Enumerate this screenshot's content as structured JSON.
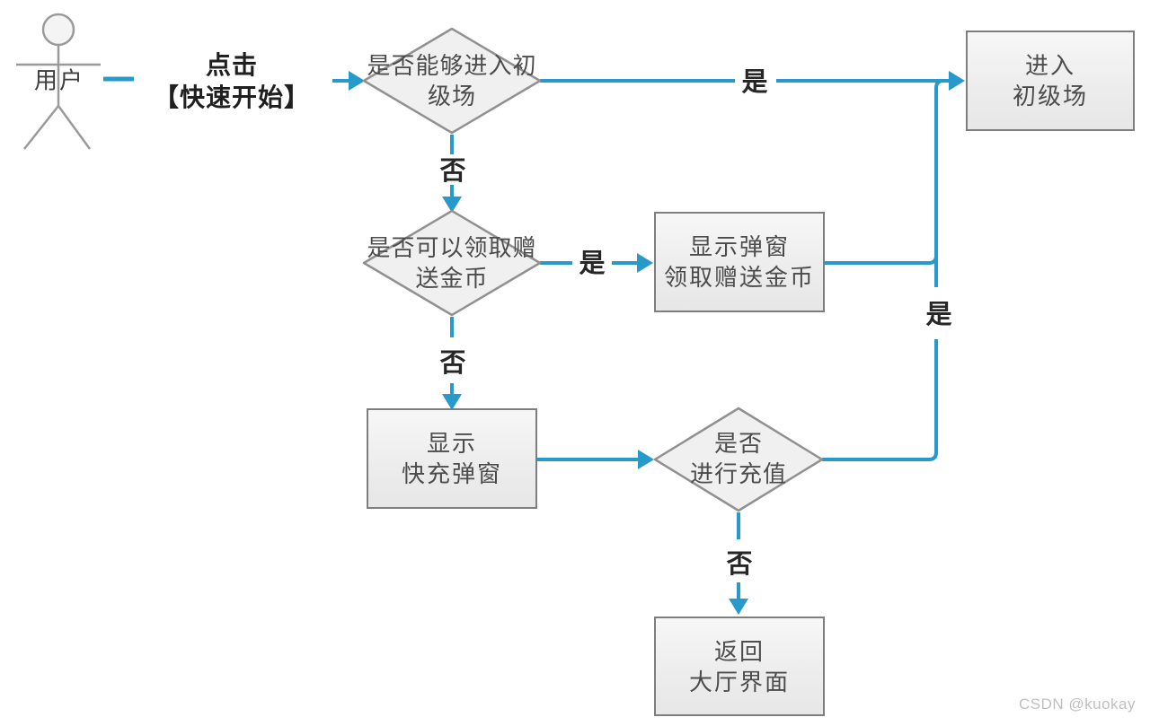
{
  "colors": {
    "connector_blue": "#2899cb",
    "node_border": "#7e7e7e",
    "node_fill": "#ececec",
    "node_text": "#4c4c4c",
    "edge_label_text": "#262626",
    "watermark_text": "#bfbfbf"
  },
  "actor": {
    "label": "用户"
  },
  "action": {
    "line1": "点击",
    "line2": "【快速开始】"
  },
  "nodes": {
    "check_enter_beginner": {
      "type": "decision",
      "line1": "是否能够进入初",
      "line2": "级场"
    },
    "enter_beginner": {
      "type": "process",
      "line1": "进入",
      "line2": "初级场"
    },
    "check_claim_coins": {
      "type": "decision",
      "line1": "是否可以领取赠",
      "line2": "送金币"
    },
    "popup_claim_coins": {
      "type": "process",
      "line1": "显示弹窗",
      "line2": "领取赠送金币"
    },
    "show_quick_charge": {
      "type": "process",
      "line1": "显示",
      "line2": "快充弹窗"
    },
    "check_recharge": {
      "type": "decision",
      "line1": "是否",
      "line2": "进行充值"
    },
    "return_lobby": {
      "type": "process",
      "line1": "返回",
      "line2": "大厅界面"
    }
  },
  "edge_labels": {
    "yes1": "是",
    "no1": "否",
    "yes2": "是",
    "no2": "否",
    "yes3": "是",
    "no3": "否"
  },
  "watermark": "CSDN @kuokay"
}
